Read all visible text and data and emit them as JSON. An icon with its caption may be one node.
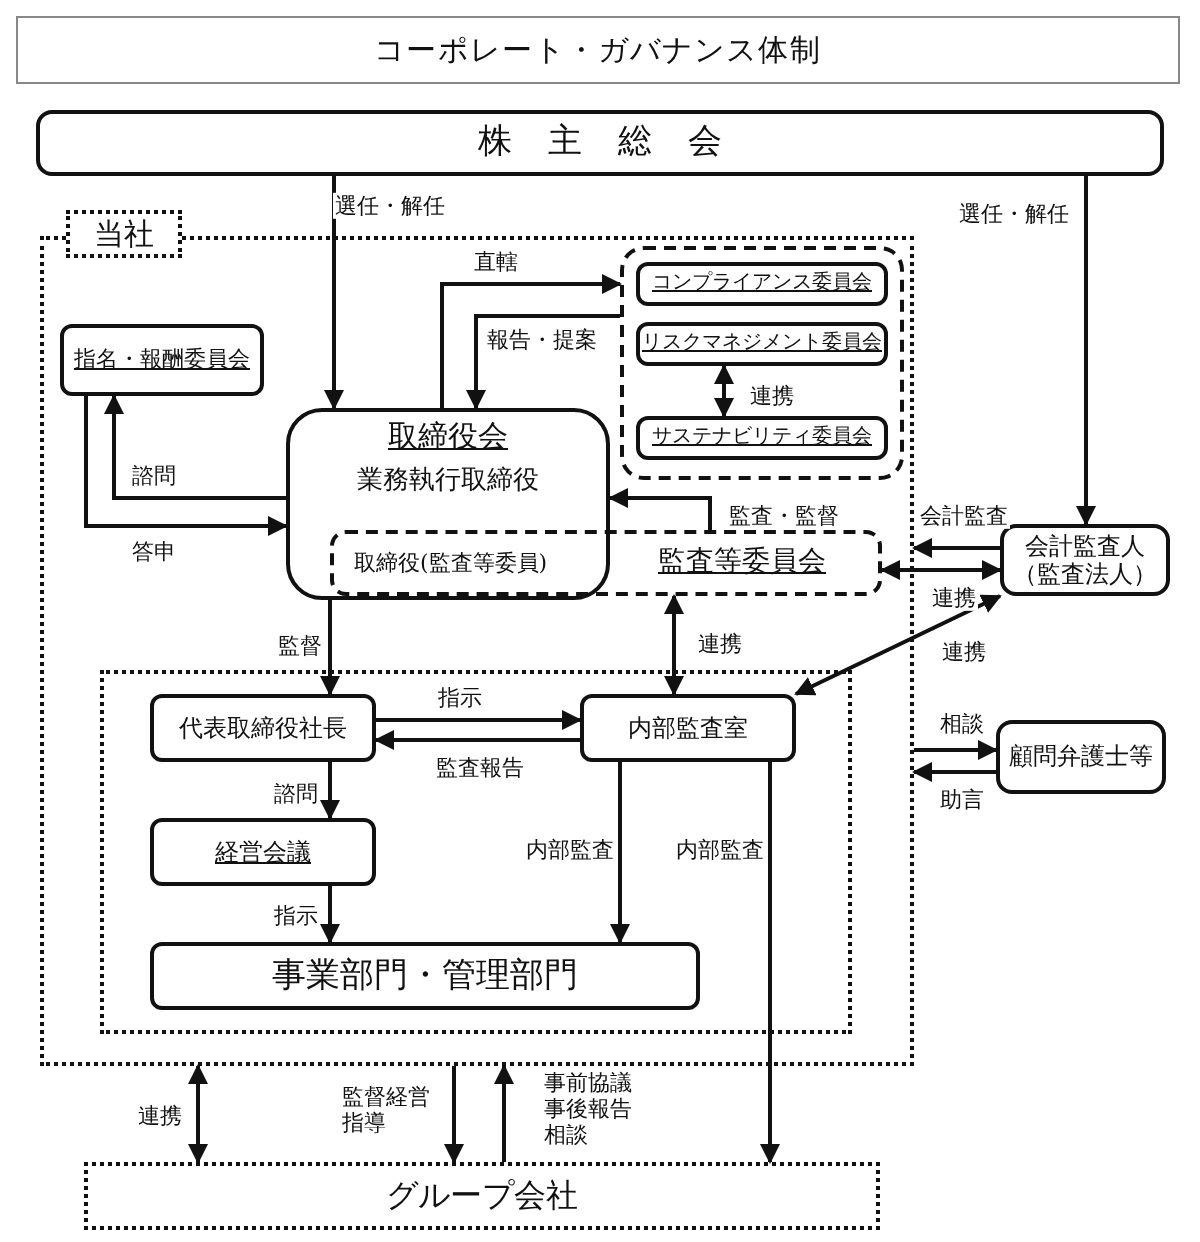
{
  "diagram": {
    "title": "コーポレート・ガバナンス体制",
    "nodes": [
      {
        "text": [
          "株主総会"
        ]
      },
      {
        "text": [
          "当社"
        ]
      },
      {
        "text": [
          "指名・報酬委員会"
        ],
        "in": 1
      },
      {
        "text": [],
        "shape": "box",
        "in": 1
      },
      {
        "text": [
          "コンプライアンス委員会"
        ],
        "in": 3
      },
      {
        "text": [
          "リスクマネジメント委員会"
        ],
        "in": 3
      },
      {
        "text": [
          "サステナビリティ委員会"
        ],
        "in": 3
      },
      {
        "text": [
          "取締役会",
          "業務執行取締役"
        ],
        "in": 1
      },
      {
        "text": [
          "取締役(監査等委員)",
          "監査等委員会"
        ],
        "in": 1
      },
      {
        "text": [],
        "shape": "box",
        "in": 1
      },
      {
        "text": [
          "代表取締役社長"
        ],
        "in": 9
      },
      {
        "text": [
          "内部監査室"
        ],
        "in": 9
      },
      {
        "text": [
          "経営会議"
        ],
        "in": 9
      },
      {
        "text": [
          "事業部門・管理部門"
        ],
        "in": 9
      },
      {
        "text": [
          "会計監査人（監査法人）"
        ]
      },
      {
        "text": [
          "顧問弁護士等"
        ]
      },
      {
        "text": [
          "グループ会社"
        ]
      }
    ],
    "edges": [
      {
        "from": 0,
        "to": 7,
        "arrow": "to",
        "label": "選任・解任"
      },
      {
        "from": 0,
        "to": 14,
        "arrow": "to",
        "label": "選任・解任"
      },
      {
        "from": 7,
        "to": 3,
        "arrow": "to",
        "label": "直轄"
      },
      {
        "from": 3,
        "to": 7,
        "arrow": "to",
        "label": "報告・提案"
      },
      {
        "from": 5,
        "to": 6,
        "arrow": "both",
        "label": "連携"
      },
      {
        "from": 7,
        "to": 2,
        "arrow": "to",
        "label": "諮問"
      },
      {
        "from": 2,
        "to": 7,
        "arrow": "to",
        "label": "答申"
      },
      {
        "from": 8,
        "to": 7,
        "arrow": "to",
        "label": "監査・監督"
      },
      {
        "from": 14,
        "to": 1,
        "arrow": "to",
        "label": "会計監査"
      },
      {
        "from": 8,
        "to": 14,
        "arrow": "both",
        "label": "連携"
      },
      {
        "from": 14,
        "to": 11,
        "arrow": "both",
        "label": "連携"
      },
      {
        "from": 7,
        "to": 10,
        "arrow": "to",
        "label": "監督"
      },
      {
        "from": 8,
        "to": 11,
        "arrow": "both",
        "label": "連携"
      },
      {
        "from": 10,
        "to": 11,
        "arrow": "to",
        "label": "指示"
      },
      {
        "from": 11,
        "to": 10,
        "arrow": "to",
        "label": "監査報告"
      },
      {
        "from": 10,
        "to": 12,
        "arrow": "to",
        "label": "諮問"
      },
      {
        "from": 12,
        "to": 13,
        "arrow": "to",
        "label": "指示"
      },
      {
        "from": 11,
        "to": 13,
        "arrow": "to",
        "label": "内部監査"
      },
      {
        "from": 11,
        "to": 16,
        "arrow": "to",
        "label": "内部監査"
      },
      {
        "from": 1,
        "to": 15,
        "arrow": "to",
        "label": "相談"
      },
      {
        "from": 15,
        "to": 1,
        "arrow": "to",
        "label": "助言"
      },
      {
        "from": 1,
        "to": 16,
        "arrow": "both",
        "label": "連携"
      },
      {
        "from": 1,
        "to": 16,
        "arrow": "to",
        "label": "監督経営指導"
      },
      {
        "from": 16,
        "to": 1,
        "arrow": "to",
        "label": "事前協議事後報告相談"
      }
    ]
  }
}
